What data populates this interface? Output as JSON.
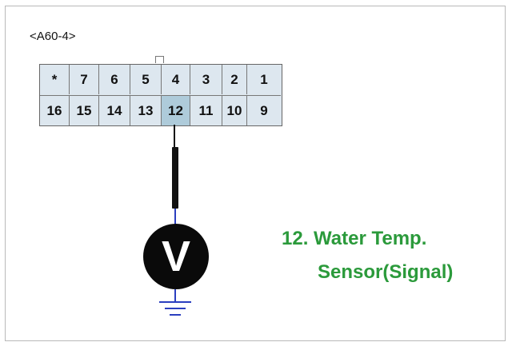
{
  "connector": {
    "label": "<A60-4>",
    "top_row": [
      "*",
      "7",
      "6",
      "5",
      "4",
      "3",
      "2",
      "1"
    ],
    "bottom_row": [
      "16",
      "15",
      "14",
      "13",
      "12",
      "11",
      "10",
      "9"
    ],
    "highlighted_pin": "12",
    "highlight_color": "#aecbda"
  },
  "meter": {
    "symbol": "V"
  },
  "caption": {
    "line1": "12. Water Temp.",
    "line2": "Sensor(Signal)",
    "color": "#2b9a3b"
  },
  "colors": {
    "wire_black": "#111111",
    "wire_blue": "#2b3fbf",
    "connector_fill": "#dde7ef"
  }
}
